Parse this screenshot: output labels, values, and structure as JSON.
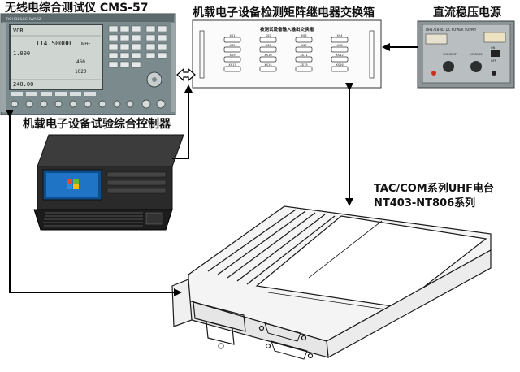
{
  "labels": {
    "cms57": "无线电综合测试仪  CMS-57",
    "matrix_box": "机载电子设备检测矩阵继电器交换箱",
    "power_supply": "直流稳压电源",
    "controller": "机载电子设备试验综合控制器",
    "radio_line1": "TAC/COM系列UHF电台",
    "radio_line2": "NT403-NT806系列"
  },
  "cms57_screen": {
    "mode": "VOR",
    "freq": "114.50000",
    "freq_unit": "MHz",
    "row1": "1.000",
    "row2": "460",
    "row3": "1020",
    "row4": "240.00"
  },
  "cms57_brand": "ROHDE&SCHWARZ",
  "matrix_panel_title": "被测试设备输入输出交换箱",
  "matrix_connectors": [
    "XS1",
    "XS2",
    "XS3",
    "XS4",
    "XS5",
    "XS6",
    "XS7",
    "XS8",
    "XS9",
    "XS10",
    "XS11",
    "XS12",
    "XS13",
    "XS14",
    "XS15",
    "XS16"
  ],
  "psu_labels": {
    "title": "DH1718-4D DC POWER SUPPLY",
    "current": "CURRENT",
    "voltage": "VOLTAGE",
    "on": "ON",
    "off": "OFF"
  }
}
